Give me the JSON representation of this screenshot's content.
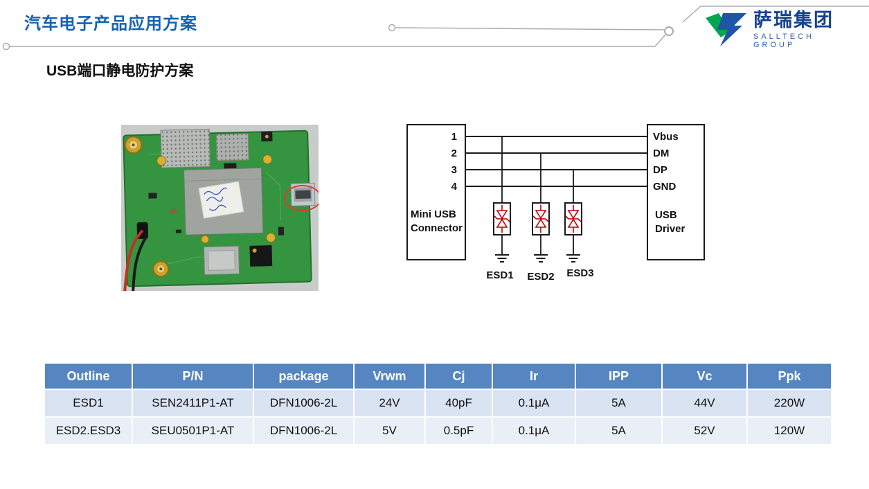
{
  "slide": {
    "title": "汽车电子产品应用方案",
    "section_title": "USB端口静电防护方案"
  },
  "logo": {
    "company": "萨瑞集团",
    "tagline": "SALLTECH GROUP"
  },
  "diagram": {
    "left_box": {
      "pins": [
        "1",
        "2",
        "3",
        "4"
      ],
      "label_lines": [
        "Mini USB",
        "Connector"
      ]
    },
    "right_box": {
      "signals": [
        "Vbus",
        "DM",
        "DP",
        "GND"
      ],
      "label_lines": [
        "USB",
        "Driver"
      ]
    },
    "esd_labels": [
      "ESD1",
      "ESD2",
      "ESD3"
    ]
  },
  "table": {
    "headers": [
      "Outline",
      "P/N",
      "package",
      "Vrwm",
      "Cj",
      "Ir",
      "IPP",
      "Vc",
      "Ppk"
    ],
    "rows": [
      [
        "ESD1",
        "SEN2411P1-AT",
        "DFN1006-2L",
        "24V",
        "40pF",
        "0.1μA",
        "5A",
        "44V",
        "220W"
      ],
      [
        "ESD2.ESD3",
        "SEU0501P1-AT",
        "DFN1006-2L",
        "5V",
        "0.5pF",
        "0.1μA",
        "5A",
        "52V",
        "120W"
      ]
    ]
  },
  "colors": {
    "title_blue": "#1463B2",
    "logo_green": "#00A650",
    "logo_blue": "#1F55A5",
    "table_header_bg": "#5586C2",
    "table_row_odd": "#D9E3F2",
    "table_row_even": "#E9EEF7",
    "diode_red": "#C00000",
    "annotation_red": "#E23B2F"
  }
}
